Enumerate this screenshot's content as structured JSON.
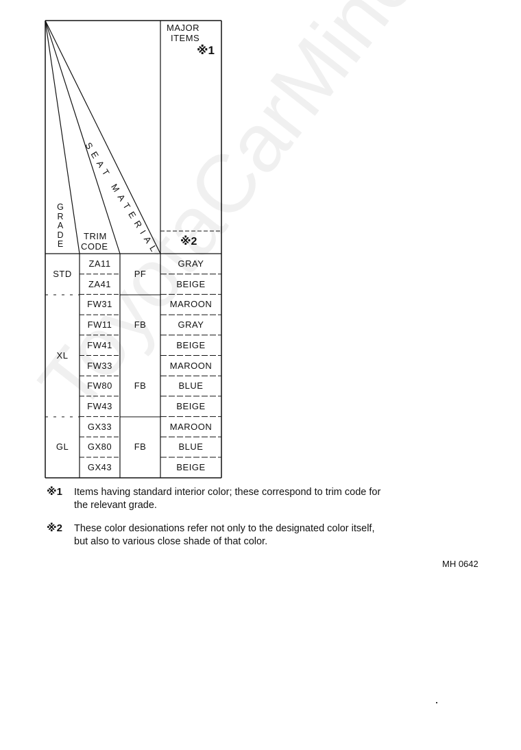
{
  "header": {
    "major_items": [
      "MAJOR",
      "ITEMS"
    ],
    "mark1": "※1",
    "mark2": "※2",
    "grade_letters": [
      "G",
      "R",
      "A",
      "D",
      "E"
    ],
    "trim_code": [
      "TRIM",
      "CODE"
    ],
    "seat_material": "SEAT MATERIAL"
  },
  "rows": [
    {
      "trim": "ZA11",
      "color": "GRAY"
    },
    {
      "trim": "ZA41",
      "color": "BEIGE"
    },
    {
      "trim": "FW31",
      "color": "MAROON"
    },
    {
      "trim": "FW11",
      "color": "GRAY"
    },
    {
      "trim": "FW41",
      "color": "BEIGE"
    },
    {
      "trim": "FW33",
      "color": "MAROON"
    },
    {
      "trim": "FW80",
      "color": "BLUE"
    },
    {
      "trim": "FW43",
      "color": "BEIGE"
    },
    {
      "trim": "GX33",
      "color": "MAROON"
    },
    {
      "trim": "GX80",
      "color": "BLUE"
    },
    {
      "trim": "GX43",
      "color": "BEIGE"
    }
  ],
  "grades": [
    {
      "label": "STD"
    },
    {
      "label": "XL"
    },
    {
      "label": "GL"
    }
  ],
  "materials": [
    {
      "label": "PF"
    },
    {
      "label": "FB"
    },
    {
      "label": "FB"
    },
    {
      "label": "FB"
    }
  ],
  "notes": [
    {
      "mark": "※1",
      "lines": [
        "Items having standard interior color; these correspond to trim code for",
        "the relevant grade."
      ]
    },
    {
      "mark": "※2",
      "lines": [
        "These color desionations refer not only to the designated color itself,",
        "but also to various close shade of that color."
      ]
    }
  ],
  "figure_id": "MH 0642",
  "watermark": "ToyotaCarMine.ru"
}
